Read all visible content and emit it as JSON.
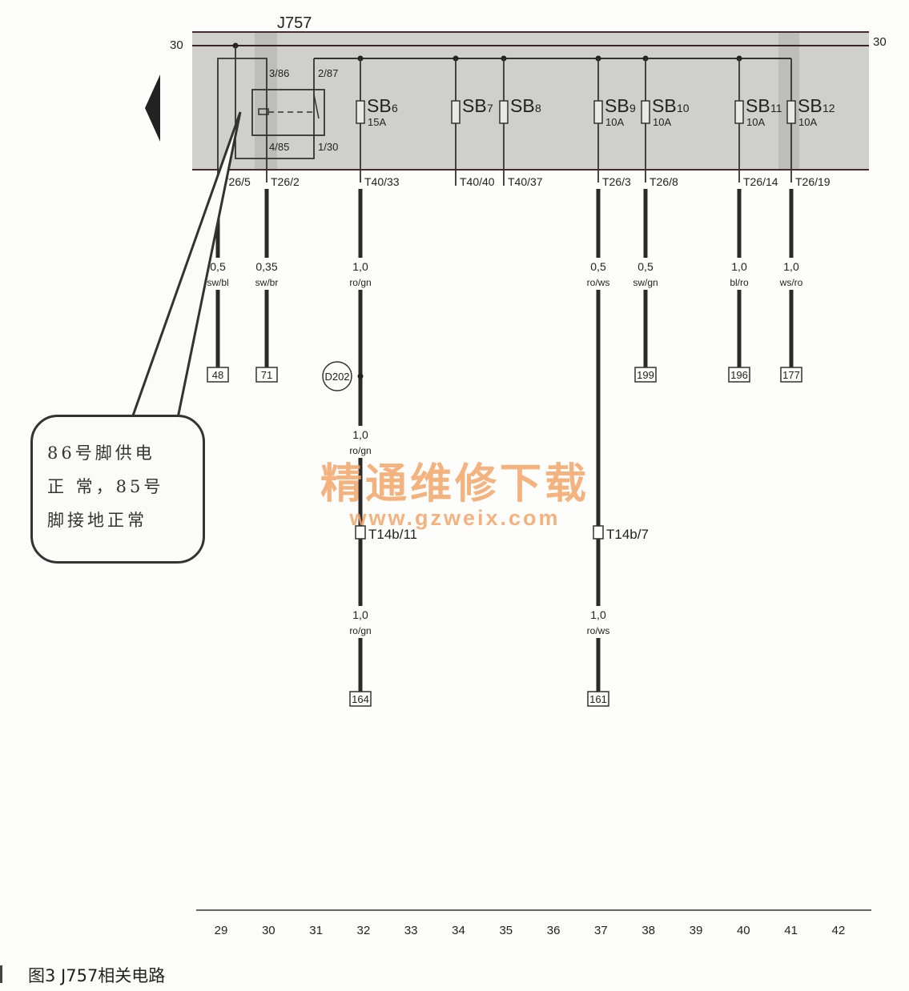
{
  "diagram": {
    "component": "J757",
    "terminal_left": "30",
    "terminal_right": "30",
    "relay_pins": [
      "3/86",
      "2/87",
      "4/85",
      "1/30"
    ],
    "fuses": [
      {
        "name": "SB",
        "sub": "6",
        "rating": "15A"
      },
      {
        "name": "SB",
        "sub": "7",
        "rating": ""
      },
      {
        "name": "SB",
        "sub": "8",
        "rating": ""
      },
      {
        "name": "SB",
        "sub": "9",
        "rating": "10A"
      },
      {
        "name": "SB",
        "sub": "10",
        "rating": "10A"
      },
      {
        "name": "SB",
        "sub": "11",
        "rating": "10A"
      },
      {
        "name": "SB",
        "sub": "12",
        "rating": "10A"
      }
    ],
    "wires": [
      {
        "connector": "T26/5",
        "gauge": "0,5",
        "color": "sw/bl",
        "ref": "48"
      },
      {
        "connector": "T26/2",
        "gauge": "0,35",
        "color": "sw/br",
        "ref": "71"
      },
      {
        "connector": "T40/33",
        "gauge": "1,0",
        "color": "ro/gn",
        "ref": "164",
        "splice": "D202",
        "gauge2": "1,0",
        "color2": "ro/gn",
        "inline": "T14b/11",
        "gauge3": "1,0",
        "color3": "ro/gn"
      },
      {
        "connector": "T40/40"
      },
      {
        "connector": "T40/37"
      },
      {
        "connector": "T26/3",
        "gauge": "0,5",
        "color": "ro/ws",
        "ref": "161",
        "inline": "T14b/7",
        "gauge3": "1,0",
        "color3": "ro/ws"
      },
      {
        "connector": "T26/8",
        "gauge": "0,5",
        "color": "sw/gn",
        "ref": "199"
      },
      {
        "connector": "T26/14",
        "gauge": "1,0",
        "color": "bl/ro",
        "ref": "196"
      },
      {
        "connector": "T26/19",
        "gauge": "1,0",
        "color": "ws/ro",
        "ref": "177"
      }
    ],
    "track_numbers": [
      "29",
      "30",
      "31",
      "32",
      "33",
      "34",
      "35",
      "36",
      "37",
      "38",
      "39",
      "40",
      "41",
      "42"
    ]
  },
  "callout": {
    "line1": "86号脚供电",
    "line2": "正 常，85号",
    "line3": "脚接地正常"
  },
  "watermark": {
    "cn": "精通维修下载",
    "url": "www.gzweix.com",
    "color": "#f3a56a"
  },
  "caption": "图3  J757相关电路"
}
